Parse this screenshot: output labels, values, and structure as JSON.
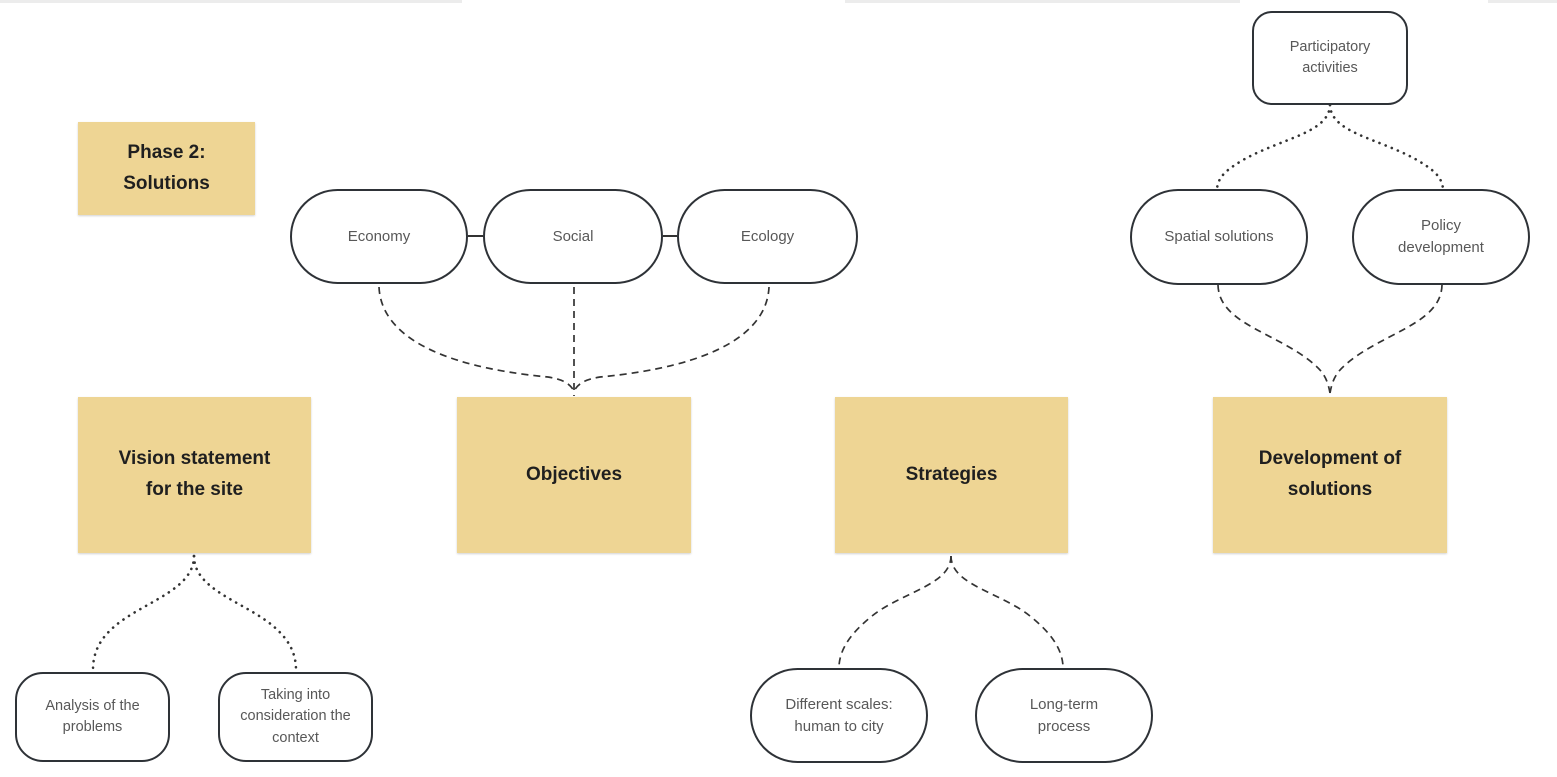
{
  "diagram": {
    "phase_node": {
      "label": "Phase 2:\nSolutions"
    },
    "stage_nodes": {
      "vision": {
        "label": "Vision statement\nfor the site"
      },
      "objectives": {
        "label": "Objectives"
      },
      "strategies": {
        "label": "Strategies"
      },
      "development": {
        "label": "Development of\nsolutions"
      }
    },
    "factor_nodes": {
      "economy": {
        "label": "Economy"
      },
      "social": {
        "label": "Social"
      },
      "ecology": {
        "label": "Ecology"
      },
      "participatory": {
        "label": "Participatory\nactivities"
      },
      "spatial": {
        "label": "Spatial solutions"
      },
      "policy": {
        "label": "Policy\ndevelopment"
      },
      "analysis": {
        "label": "Analysis of the\nproblems"
      },
      "context": {
        "label": "Taking into\nconsideration the\ncontext"
      },
      "scales": {
        "label": "Different scales:\nhuman to city"
      },
      "longterm": {
        "label": "Long-term\nprocess"
      }
    },
    "connections": [
      {
        "from": "economy",
        "to": "social",
        "style": "solid"
      },
      {
        "from": "social",
        "to": "ecology",
        "style": "solid"
      },
      {
        "from": "economy",
        "to": "objectives",
        "style": "dashed"
      },
      {
        "from": "social",
        "to": "objectives",
        "style": "dashed"
      },
      {
        "from": "ecology",
        "to": "objectives",
        "style": "dashed"
      },
      {
        "from": "participatory",
        "to": "spatial",
        "style": "dotted"
      },
      {
        "from": "participatory",
        "to": "policy",
        "style": "dotted"
      },
      {
        "from": "spatial",
        "to": "development",
        "style": "dashed"
      },
      {
        "from": "policy",
        "to": "development",
        "style": "dashed"
      },
      {
        "from": "vision",
        "to": "analysis",
        "style": "dotted"
      },
      {
        "from": "vision",
        "to": "context",
        "style": "dotted"
      },
      {
        "from": "strategies",
        "to": "scales",
        "style": "dashed"
      },
      {
        "from": "strategies",
        "to": "longterm",
        "style": "dashed"
      }
    ],
    "colors": {
      "stage_fill": "#eed594",
      "node_border": "#2e3237",
      "node_text": "#585858",
      "stage_text": "#1f1f1f",
      "connector": "#333333"
    }
  }
}
